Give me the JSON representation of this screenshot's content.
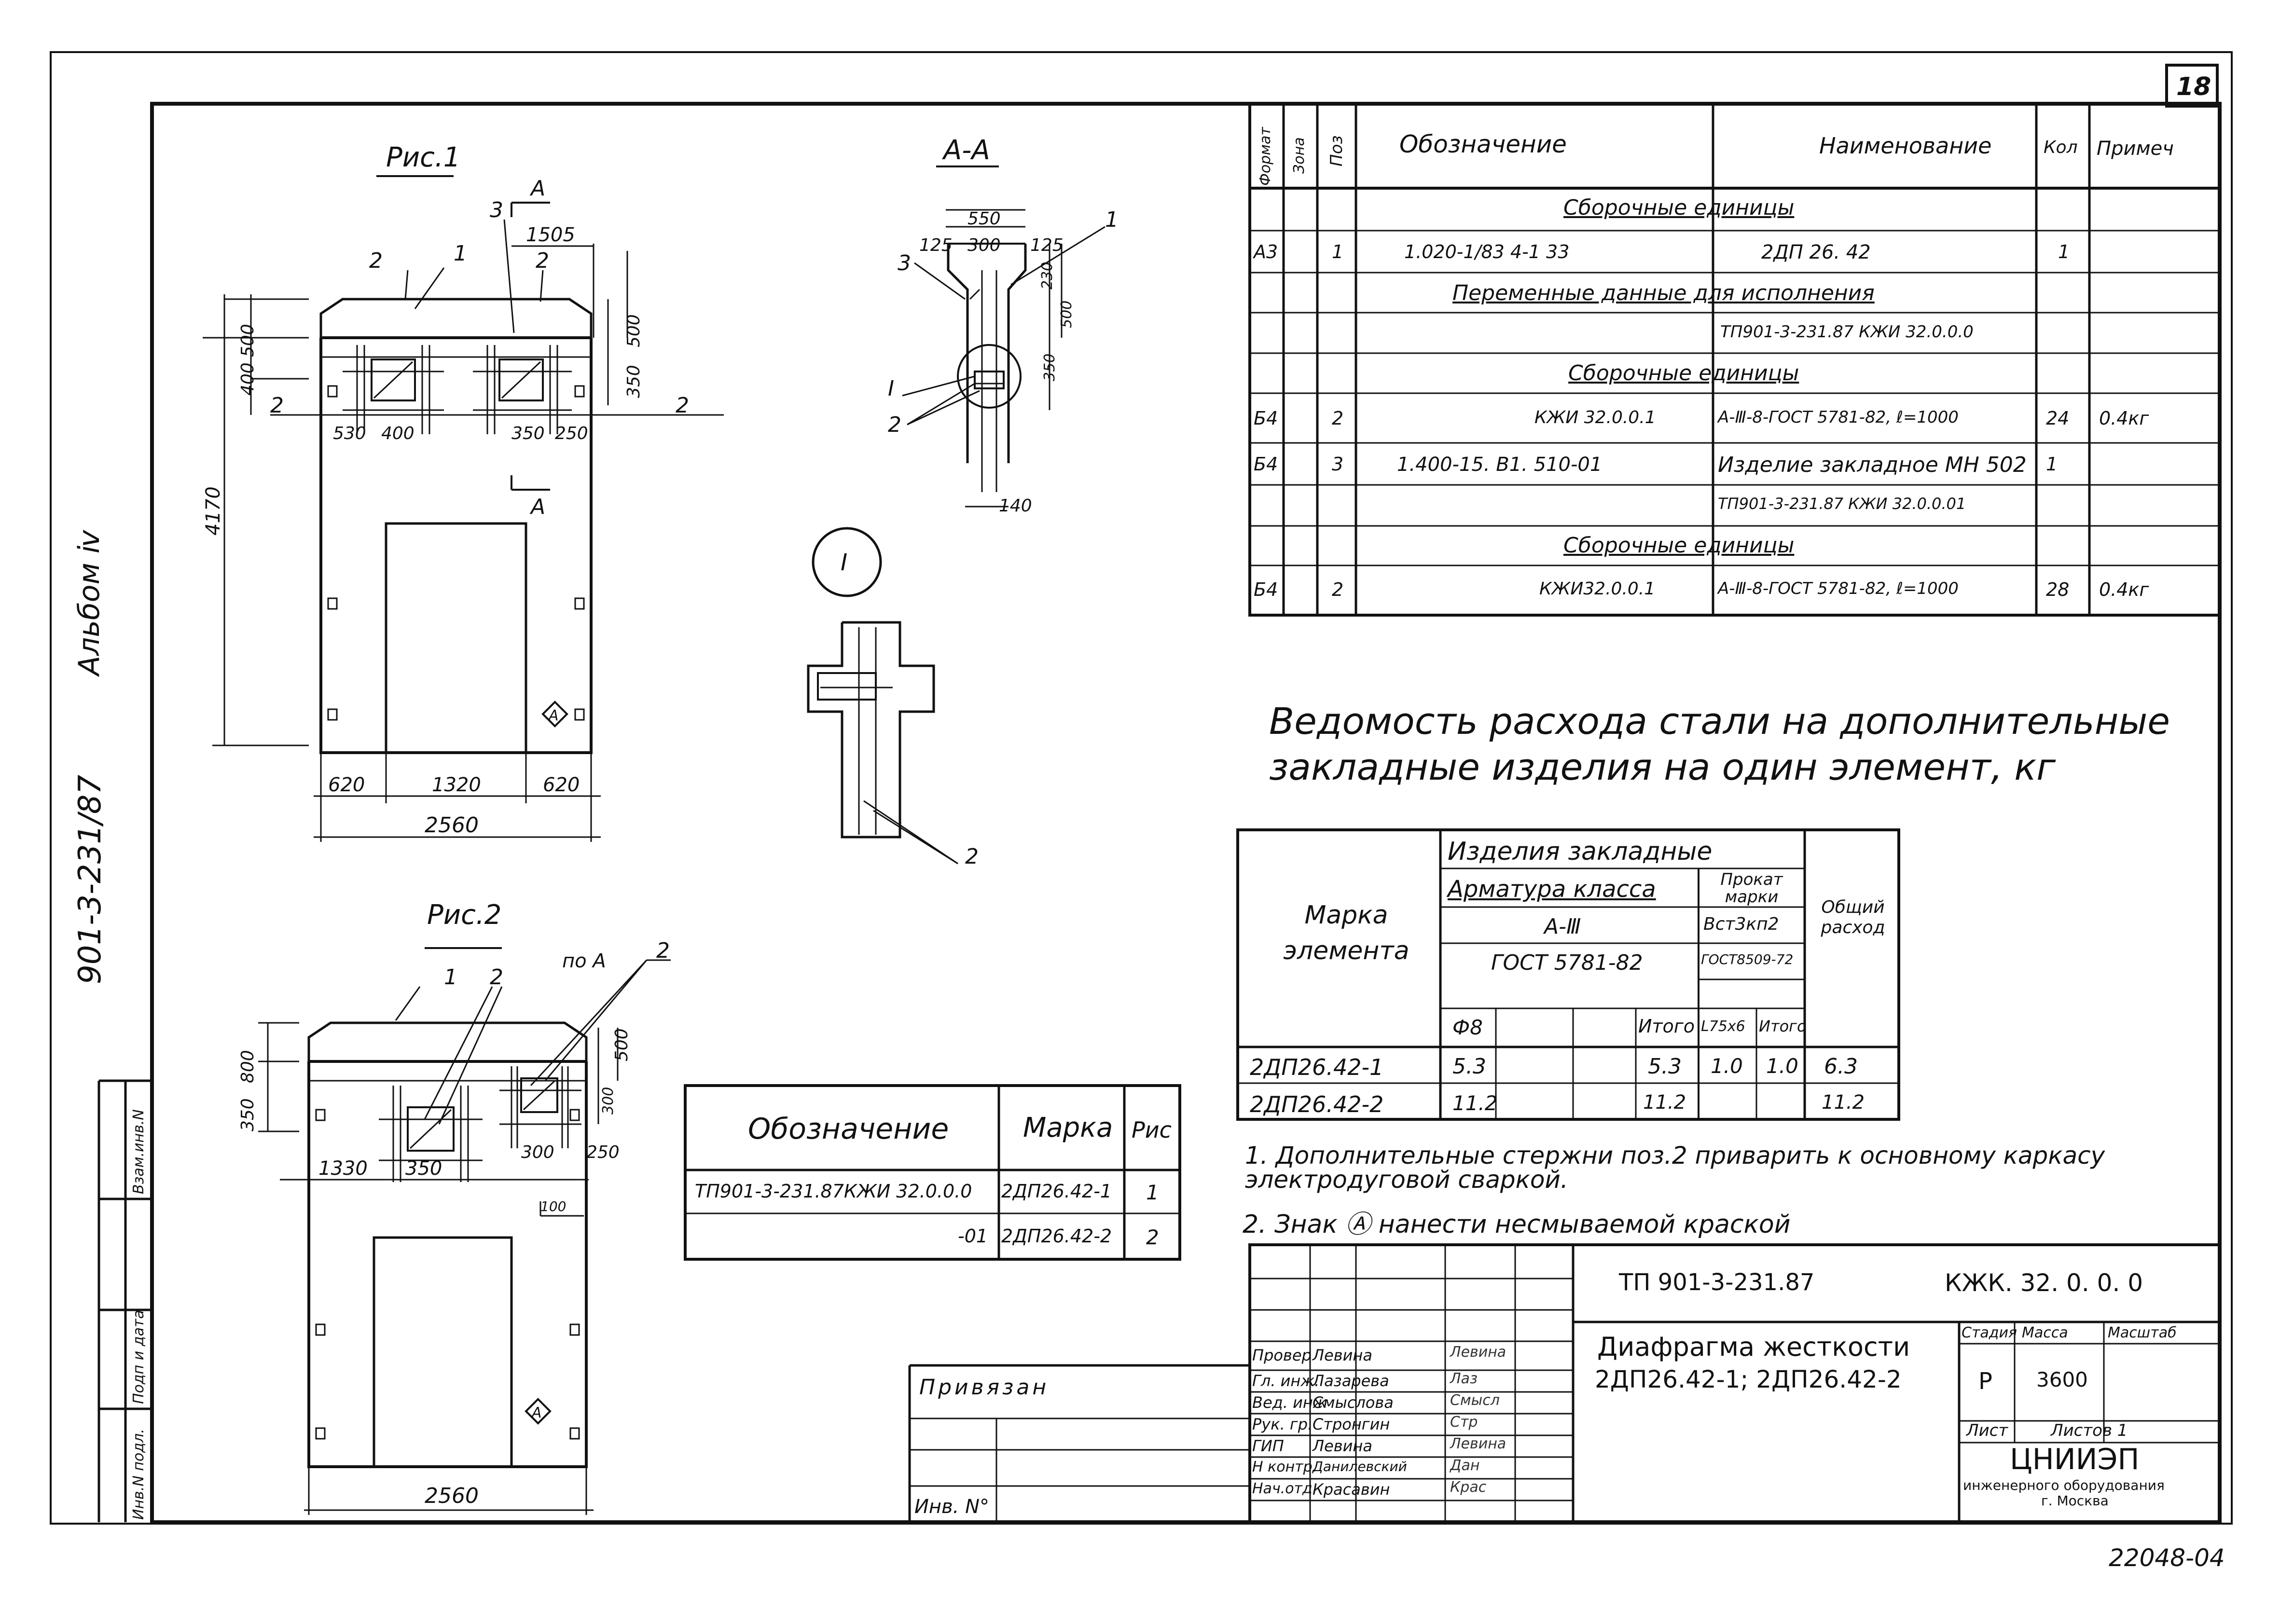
{
  "sheet": {
    "number": "18"
  },
  "left_strip": {
    "album": "Альбом ⅳ",
    "project": "901-3-231/87",
    "cells": [
      "Инв.N подл.",
      "Подп и дата",
      "Взам.инв.N"
    ]
  },
  "fig1": {
    "title": "Рис.1",
    "dims": {
      "d1505": "1505",
      "d500a": "500",
      "d500b": "500",
      "d400": "400",
      "d350": "350",
      "d530": "530",
      "d400b": "400",
      "d350b": "350",
      "d250": "250",
      "d4170": "4170",
      "d620a": "620",
      "d1320": "1320",
      "d620b": "620",
      "d2560": "2560"
    },
    "labels": {
      "l1": "1",
      "l2a": "2",
      "l2b": "2",
      "l3": "3",
      "secA": "А",
      "secA2": "А",
      "l2c": "2",
      "l2d": "2",
      "markA": "А"
    }
  },
  "section_aa": {
    "title": "А-А",
    "dims": {
      "d550": "550",
      "d125a": "125",
      "d300": "300",
      "d125b": "125",
      "d230": "230",
      "d500": "500",
      "d350": "350",
      "d140": "140"
    },
    "labels": {
      "l1": "1",
      "l3": "3",
      "lI": "I",
      "l2": "2"
    }
  },
  "detail_I": {
    "label": "I",
    "l2": "2"
  },
  "fig2": {
    "title": "Рис.2",
    "po_a": "по А",
    "dims": {
      "d500": "500",
      "d800": "800",
      "d350": "350",
      "d300": "300",
      "d1330": "1330",
      "d350b": "350",
      "d300b": "300",
      "d250": "250",
      "d2560": "2560",
      "d100": "100"
    },
    "labels": {
      "l1": "1",
      "l2a": "2",
      "l2b": "2",
      "markA": "А"
    }
  },
  "spec": {
    "headers": {
      "format": "Формат",
      "zone": "Зона",
      "pos": "Поз",
      "designation": "Обозначение",
      "name": "Наименование",
      "qty": "Кол",
      "note": "Примеч"
    },
    "rows": [
      {
        "format": "",
        "zone": "",
        "pos": "",
        "designation": "",
        "name": "Сборочные единицы",
        "qty": "",
        "note": "",
        "type": "section"
      },
      {
        "format": "А3",
        "zone": "",
        "pos": "1",
        "designation": "1.020-1/83 4-1 33",
        "name": "2ДП 26. 42",
        "qty": "1",
        "note": ""
      },
      {
        "format": "",
        "zone": "",
        "pos": "",
        "designation": "",
        "name": "Переменные данные для исполнения",
        "qty": "",
        "note": "",
        "type": "section"
      },
      {
        "format": "",
        "zone": "",
        "pos": "",
        "designation": "",
        "name": "ТП901-3-231.87 КЖИ 32.0.0.0",
        "qty": "",
        "note": ""
      },
      {
        "format": "",
        "zone": "",
        "pos": "",
        "designation": "",
        "name": "Сборочные единицы",
        "qty": "",
        "note": "",
        "type": "section"
      },
      {
        "format": "Б4",
        "zone": "",
        "pos": "2",
        "designation": "КЖИ 32.0.0.1",
        "name": "А-Ⅲ-8-ГОСТ 5781-82, ℓ=1000",
        "qty": "24",
        "note": "0.4кг"
      },
      {
        "format": "Б4",
        "zone": "",
        "pos": "3",
        "designation": "1.400-15. В1. 510-01",
        "name": "Изделие закладное МН 502",
        "qty": "1",
        "note": ""
      },
      {
        "format": "",
        "zone": "",
        "pos": "",
        "designation": "",
        "name": "ТП901-3-231.87 КЖИ 32.0.0.01",
        "qty": "",
        "note": ""
      },
      {
        "format": "",
        "zone": "",
        "pos": "",
        "designation": "",
        "name": "Сборочные единицы",
        "qty": "",
        "note": "",
        "type": "section"
      },
      {
        "format": "Б4",
        "zone": "",
        "pos": "2",
        "designation": "КЖИ32.0.0.1",
        "name": "А-Ⅲ-8-ГОСТ 5781-82, ℓ=1000",
        "qty": "28",
        "note": "0.4кг"
      }
    ]
  },
  "steel": {
    "title_line1": "Ведомость расхода стали на дополнительные",
    "title_line2": "закладные изделия на один элемент, кг",
    "h_mark": "Марка элемента",
    "h_items": "Изделия закладные",
    "h_rebar": "Арматура класса",
    "h_rebar_class": "А-Ⅲ",
    "h_rebar_gost": "ГОСТ 5781-82",
    "h_d8": "Ф8",
    "h_total": "Итого",
    "h_prokat": "Прокат марки",
    "h_prokat_grade": "Вст3кп2",
    "h_prokat_gost": "ГОСТ8509-72",
    "h_angle": "L75х6",
    "h_total2": "Итого",
    "h_overall": "Общий расход",
    "rows": [
      {
        "mark": "2ДП26.42-1",
        "d8": "5.3",
        "c3": "",
        "c4": "",
        "total": "5.3",
        "angle": "1.0",
        "total2": "1.0",
        "overall": "6.3"
      },
      {
        "mark": "2ДП26.42-2",
        "d8": "11.2",
        "c3": "",
        "c4": "",
        "total": "11.2",
        "angle": "",
        "total2": "",
        "overall": "11.2"
      }
    ]
  },
  "marks_table": {
    "headers": {
      "designation": "Обозначение",
      "mark": "Марка",
      "fig": "Рис"
    },
    "rows": [
      {
        "designation": "ТП901-3-231.87КЖИ 32.0.0.0",
        "mark": "2ДП26.42-1",
        "fig": "1"
      },
      {
        "designation": "-01",
        "mark": "2ДП26.42-2",
        "fig": "2"
      }
    ]
  },
  "notes": [
    "1. Дополнительные стержни поз.2 приварить к основному каркасу электродуговой сваркой.",
    "2. Знак Ⓐ нанести несмываемой краской"
  ],
  "privyazan": {
    "label": "Привязан",
    "inv": "Инв. N°"
  },
  "title_block": {
    "project_code": "ТП 901-3-231.87",
    "doc_code": "КЖК. 32. 0. 0. 0",
    "title_line1": "Диафрагма жесткости",
    "title_line2": "2ДП26.42-1; 2ДП26.42-2",
    "stage_h": "Стадия",
    "mass_h": "Масса",
    "scale_h": "Масштаб",
    "stage": "Р",
    "mass": "3600",
    "sheet_h": "Лист",
    "sheets_h": "Листов 1",
    "org_line1": "ЦНИИЭП",
    "org_line2": "инженерного оборудования",
    "org_line3": "г. Москва",
    "signers": [
      {
        "role": "Провер",
        "name": "Левина",
        "sign": "Левина"
      },
      {
        "role": "Гл. инж.",
        "name": "Лазарева",
        "sign": "Лаз"
      },
      {
        "role": "Вед. инж",
        "name": "Смыслова",
        "sign": "Смысл"
      },
      {
        "role": "Рук. гр.",
        "name": "Стронгин",
        "sign": "Стр"
      },
      {
        "role": "ГИП",
        "name": "Левина",
        "sign": "Левина"
      },
      {
        "role": "Н контр.",
        "name": "Данилевский",
        "sign": "Дан"
      },
      {
        "role": "Нач.отд.",
        "name": "Красавин",
        "sign": "Крас"
      }
    ]
  },
  "footer": {
    "code": "22048-04"
  }
}
